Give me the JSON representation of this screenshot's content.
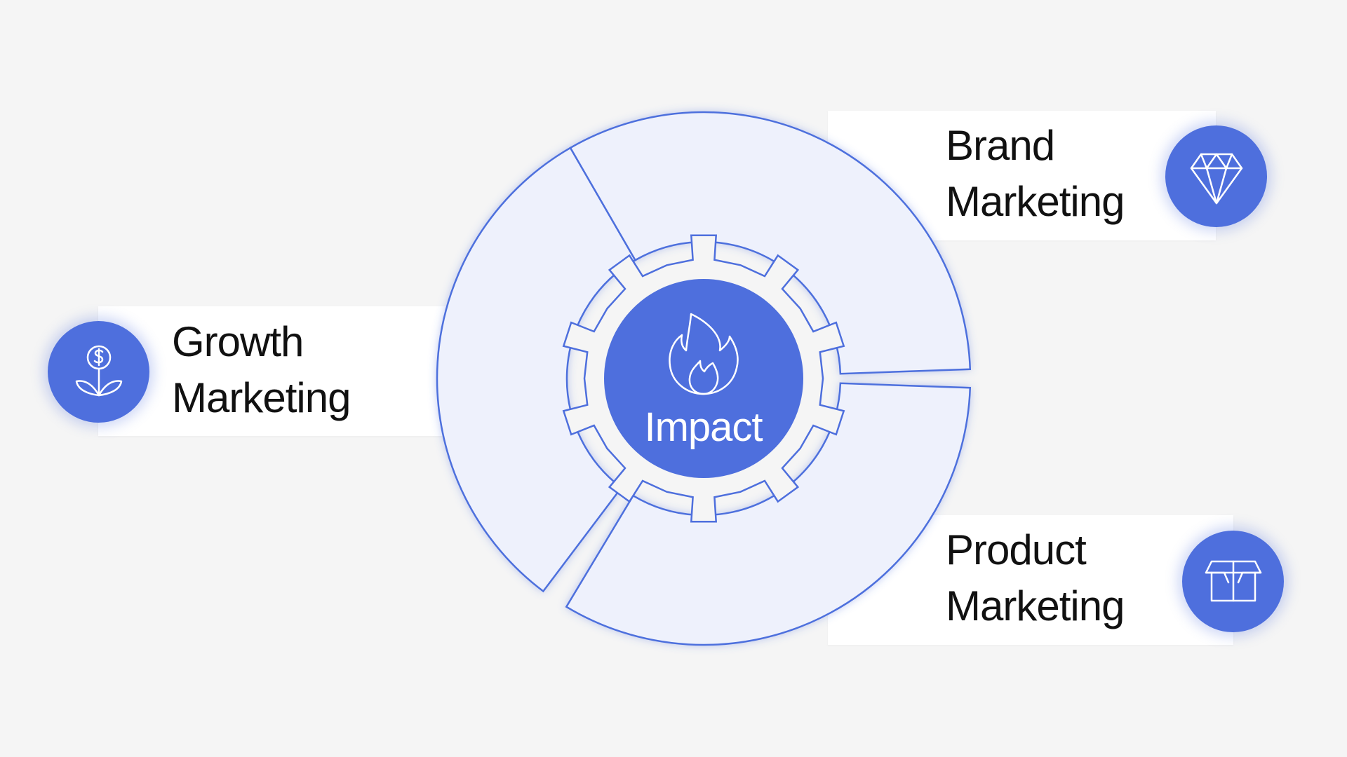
{
  "center": {
    "label": "Impact",
    "icon": "flame-icon"
  },
  "segments": [
    {
      "id": "growth",
      "line1": "Growth",
      "line2": "Marketing",
      "icon": "money-plant-icon"
    },
    {
      "id": "brand",
      "line1": "Brand",
      "line2": "Marketing",
      "icon": "diamond-icon"
    },
    {
      "id": "product",
      "line1": "Product",
      "line2": "Marketing",
      "icon": "box-icon"
    }
  ],
  "colors": {
    "accent": "#4e6fdd",
    "segment_fill": "#eef1fc",
    "segment_stroke": "#4e6fdd",
    "background": "#f5f5f5",
    "card": "#ffffff",
    "text": "#111111"
  }
}
